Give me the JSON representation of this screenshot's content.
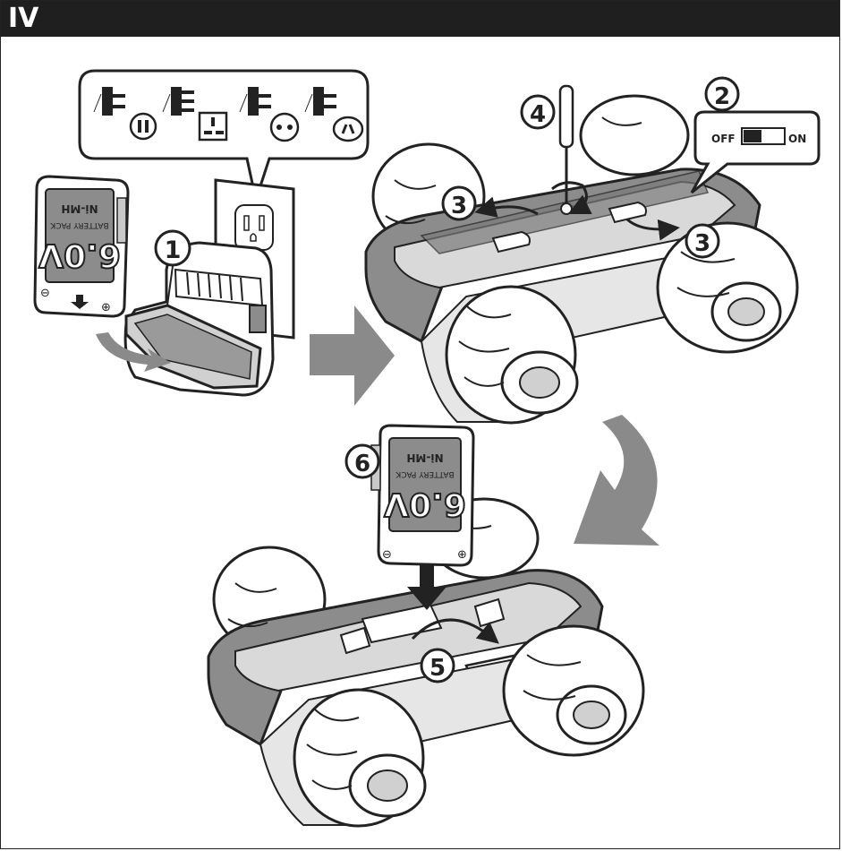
{
  "header": {
    "section": "IV"
  },
  "battery": {
    "voltage": "6.0V",
    "line1": "BATTERY PACK",
    "line2": "Ni-MH",
    "minus": "⊖",
    "plus": "⊕"
  },
  "steps": {
    "s1": "1",
    "s2": "2",
    "s3a": "3",
    "s3b": "3",
    "s4": "4",
    "s5": "5",
    "s6": "6"
  },
  "power_switch": {
    "off": "OFF",
    "on": "ON",
    "state": "off"
  },
  "icons": [
    "plug-type-a-icon",
    "plug-type-g-icon",
    "plug-type-c-icon",
    "plug-type-i-icon",
    "screwdriver-icon",
    "arrow-icon"
  ],
  "colors": {
    "header_bg": "#1f1f1f",
    "body_gray": "#8c8c8c",
    "light_gray": "#c9c9c9",
    "arrow_gray": "#8a8a8a",
    "line": "#222222"
  }
}
